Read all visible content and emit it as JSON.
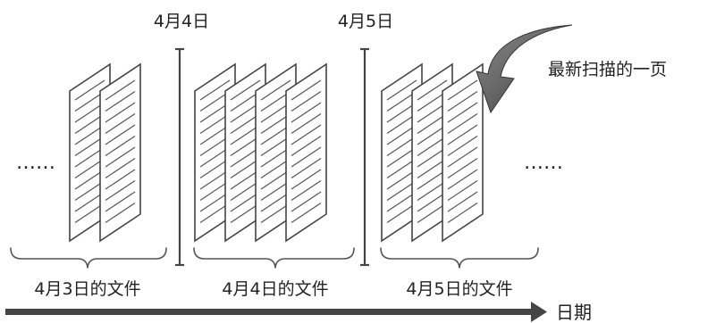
{
  "labels": {
    "date_top_1": "4月4日",
    "date_top_2": "4月5日",
    "latest_page": "最新扫描的一页",
    "ellipsis_left": "……",
    "ellipsis_right": "……",
    "files_1": "4月3日的文件",
    "files_2": "4月4日的文件",
    "files_3": "4月5日的文件",
    "axis": "日期"
  },
  "groups": [
    {
      "date_label": "4月3日的文件",
      "sheet_count": 2
    },
    {
      "date_label": "4月4日的文件",
      "sheet_count": 4
    },
    {
      "date_label": "4月5日的文件",
      "sheet_count": 3
    }
  ],
  "colors": {
    "sheet_stroke": "#444444",
    "text_lines": "#555555",
    "curved_arrow": "#5a5a5a",
    "timeline_arrow": "#444444"
  }
}
